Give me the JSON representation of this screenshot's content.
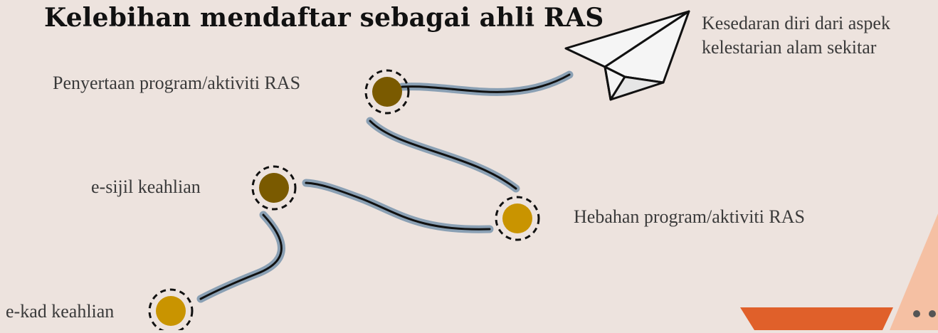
{
  "title": "Kelebihan mendaftar sebagai ahli RAS",
  "milestones": [
    {
      "label": "Penyertaan program/aktiviti RAS",
      "fill": "#7a5a00"
    },
    {
      "label": "Hebahan program/aktiviti RAS",
      "fill": "#c99400"
    },
    {
      "label": "e-sijil keahlian",
      "fill": "#7a5a00"
    },
    {
      "label": "e-kad keahlian",
      "fill": "#c99400"
    }
  ],
  "goal": {
    "line1": "Kesedaran diri dari aspek",
    "line2": "kelestarian alam sekitar",
    "icon": "paper-plane-icon"
  },
  "colors": {
    "background": "#ede3de",
    "path_shadow": "#8aa0b4",
    "path_line": "#111111",
    "accent_orange": "#e0602a",
    "accent_peach": "#f5c0a3"
  }
}
